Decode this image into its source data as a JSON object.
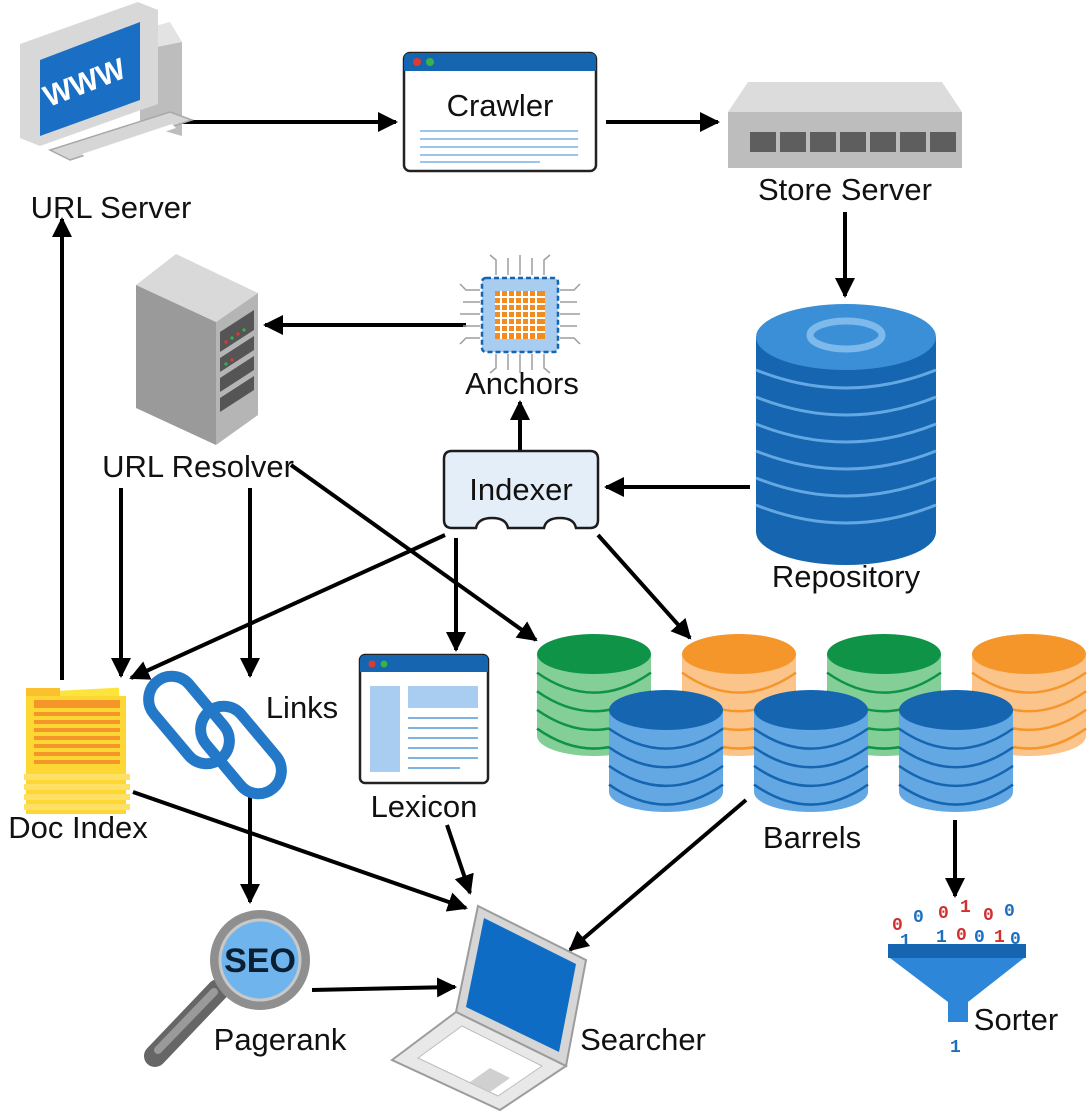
{
  "nodes": {
    "url_server": "URL Server",
    "crawler": "Crawler",
    "store_server": "Store Server",
    "repository": "Repository",
    "anchors": "Anchors",
    "url_resolver": "URL Resolver",
    "indexer": "Indexer",
    "doc_index": "Doc Index",
    "links": "Links",
    "lexicon": "Lexicon",
    "barrels": "Barrels",
    "pagerank": "Pagerank",
    "searcher": "Searcher",
    "sorter": "Sorter"
  },
  "icon_text": {
    "www": "WWW",
    "seo": "SEO"
  },
  "edges": [
    {
      "from": "url_server",
      "to": "crawler"
    },
    {
      "from": "crawler",
      "to": "store_server"
    },
    {
      "from": "store_server",
      "to": "repository"
    },
    {
      "from": "anchors",
      "to": "url_resolver"
    },
    {
      "from": "indexer",
      "to": "anchors"
    },
    {
      "from": "repository",
      "to": "indexer"
    },
    {
      "from": "url_resolver",
      "to": "doc_index"
    },
    {
      "from": "url_resolver",
      "to": "links"
    },
    {
      "from": "url_resolver",
      "to": "barrels"
    },
    {
      "from": "indexer",
      "to": "doc_index"
    },
    {
      "from": "indexer",
      "to": "lexicon"
    },
    {
      "from": "indexer",
      "to": "barrels"
    },
    {
      "from": "doc_index",
      "to": "url_server"
    },
    {
      "from": "doc_index",
      "to": "searcher"
    },
    {
      "from": "links",
      "to": "pagerank"
    },
    {
      "from": "lexicon",
      "to": "searcher"
    },
    {
      "from": "pagerank",
      "to": "searcher"
    },
    {
      "from": "barrels",
      "to": "searcher"
    },
    {
      "from": "barrels",
      "to": "sorter"
    }
  ],
  "colors": {
    "blue_dark": "#1565b0",
    "blue_mid": "#3b8fd6",
    "blue_light": "#64a8e3",
    "green_dark": "#0f9447",
    "green_light": "#83cf97",
    "orange_dark": "#f4962a",
    "orange_light": "#fbc48a",
    "gray_dark": "#7d7d7d",
    "gray_light": "#cfcfcf",
    "yellow": "#fde43a",
    "indexer_fill": "#e4eef8"
  }
}
